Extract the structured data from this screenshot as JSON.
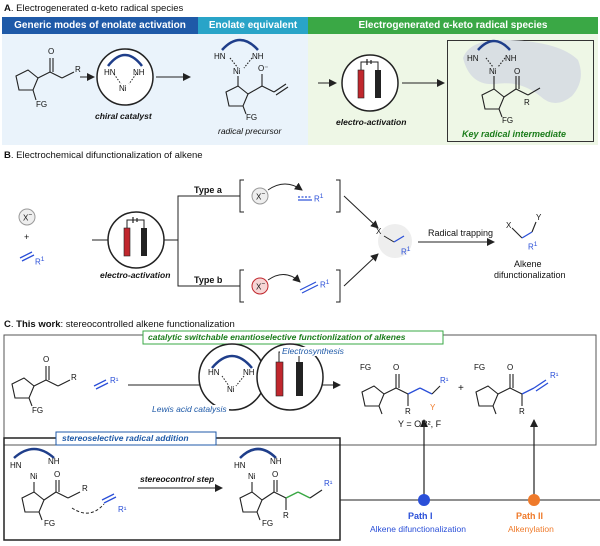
{
  "sectionA": {
    "label": "A",
    "title": "Electrogenerated α-keto radical species",
    "header_left": "Generic modes of enolate activation",
    "header_mid": "Enolate equivalent",
    "header_right": "Electrogenerated α-keto radical species",
    "chiral_catalyst": "chiral catalyst",
    "radical_precursor": "radical precursor",
    "electro_activation": "electro-activation",
    "key_intermediate": "Key radical intermediate"
  },
  "sectionB": {
    "label": "B",
    "title": "Electrochemical difunctionalization of alkene",
    "x_minus": "X",
    "plus": "+",
    "r1": "R",
    "electro_activation": "electro-activation",
    "type_a": "Type a",
    "type_b": "Type b",
    "radical_trapping": "Radical trapping",
    "product_line1": "Alkene",
    "product_line2": "difunctionalization",
    "x": "X",
    "y": "Y"
  },
  "sectionC": {
    "label": "C",
    "title_bold": "This work",
    "title_rest": ": stereocontrolled alkene functionalization",
    "banner": "catalytic switchable enantioselective functionlization of alkenes",
    "electrosynthesis": "Electrosynthesis",
    "lewis_acid": "Lewis acid catalysis",
    "y_def": "Y = OR², F",
    "stereo_banner": "stereoselective radical addition",
    "stereo_step": "stereocontrol step",
    "path1_title": "Path I",
    "path1_sub": "Alkene difunctionalization",
    "path2_title": "Path II",
    "path2_sub": "Alkenylation"
  },
  "molecule": {
    "fg": "FG",
    "nh": "NH",
    "hn": "HN",
    "ni": "Ni",
    "r": "R",
    "o": "O",
    "o_minus": "O⁻",
    "y": "Y",
    "r1": "R¹"
  },
  "colors": {
    "blue_header": "#1f5aa8",
    "teal_header": "#29a4c8",
    "green_header": "#3aa845",
    "panel_blue": "#eaf3fb",
    "panel_green": "#eef7e6",
    "alkene_blue": "#2a4fd8",
    "path2_orange": "#ef7a2a"
  }
}
